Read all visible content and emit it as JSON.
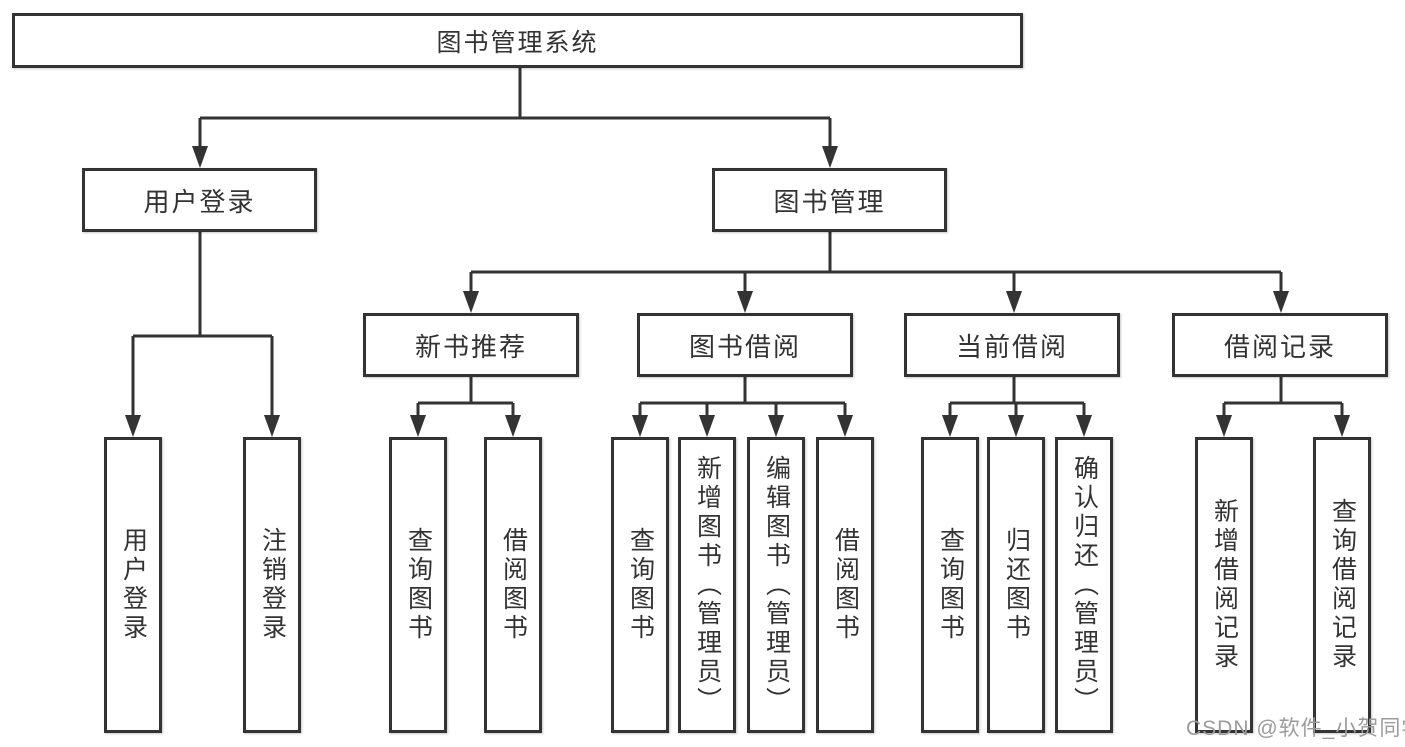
{
  "diagram": {
    "root": {
      "label": "图书管理系统"
    },
    "level2": [
      {
        "label": "用户登录"
      },
      {
        "label": "图书管理"
      }
    ],
    "level3": [
      {
        "label": "新书推荐"
      },
      {
        "label": "图书借阅"
      },
      {
        "label": "当前借阅"
      },
      {
        "label": "借阅记录"
      }
    ],
    "leaves": {
      "user": [
        "用户登录",
        "注销登录"
      ],
      "recommend": [
        "查询图书",
        "借阅图书"
      ],
      "borrow": [
        "查询图书",
        "新增图书（管理员）",
        "编辑图书（管理员）",
        "借阅图书"
      ],
      "current": [
        "查询图书",
        "归还图书",
        "确认归还（管理员）"
      ],
      "records": [
        "新增借阅记录",
        "查询借阅记录"
      ]
    }
  },
  "watermark": {
    "text": "CSDN @软件_小贺同学",
    "color": "#9b9b9b"
  },
  "colors": {
    "line": "#333333",
    "text": "#333333",
    "background": "#ffffff"
  }
}
